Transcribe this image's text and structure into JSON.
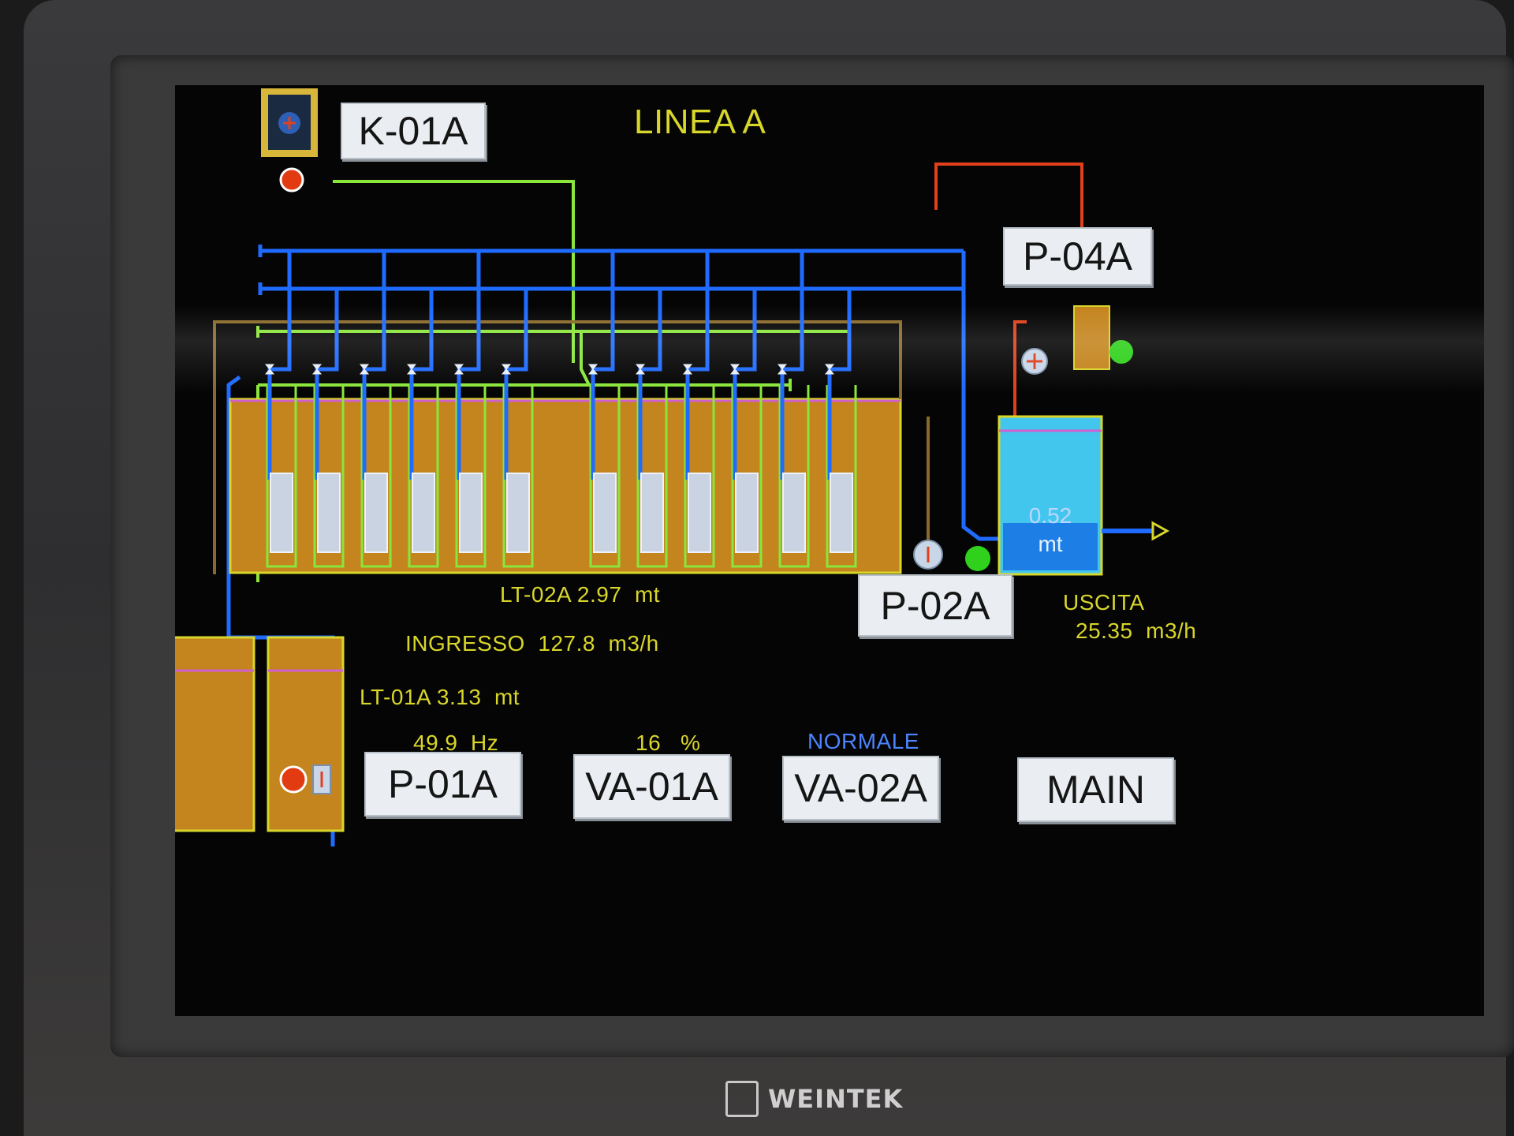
{
  "screen": {
    "title": "LINEA A",
    "equipment_buttons": {
      "compressor": "K-01A",
      "pump_p04": "P-04A",
      "pump_p02": "P-02A",
      "pump_p01": "P-01A",
      "valve_va01": "VA-01A",
      "valve_va02": "VA-02A",
      "main": "MAIN"
    },
    "readouts": {
      "lt02": "LT-02A 2.97  mt",
      "ingresso": "INGRESSO  127.8  m3/h",
      "lt01": "LT-01A 3.13  mt",
      "frequency": "49.9  Hz",
      "valve_opening": "16   %",
      "va02_mode": "NORMALE",
      "uscita_label": "USCITA",
      "uscita_value": "25.35  m3/h",
      "outlet_tank_level": "0.52",
      "outlet_tank_unit": "mt"
    },
    "status": {
      "k01a": "stopped",
      "p04a": "running",
      "p02a": "running",
      "p01a": "stopped"
    }
  },
  "colors": {
    "air_line": "#8ae63a",
    "water_line": "#1f6bff",
    "return_line": "#e0401c",
    "sludge": "#c4841e",
    "clean_water": "#43c6ee",
    "text_yellow": "#d9d62a",
    "status_running": "#2fd11c",
    "status_stopped": "#e23b12"
  },
  "icons": [
    "compressor-icon",
    "pump-icon",
    "membrane-module-icon",
    "valve-icon",
    "status-lamp-icon"
  ],
  "device": {
    "brand": "WEINTEK"
  }
}
